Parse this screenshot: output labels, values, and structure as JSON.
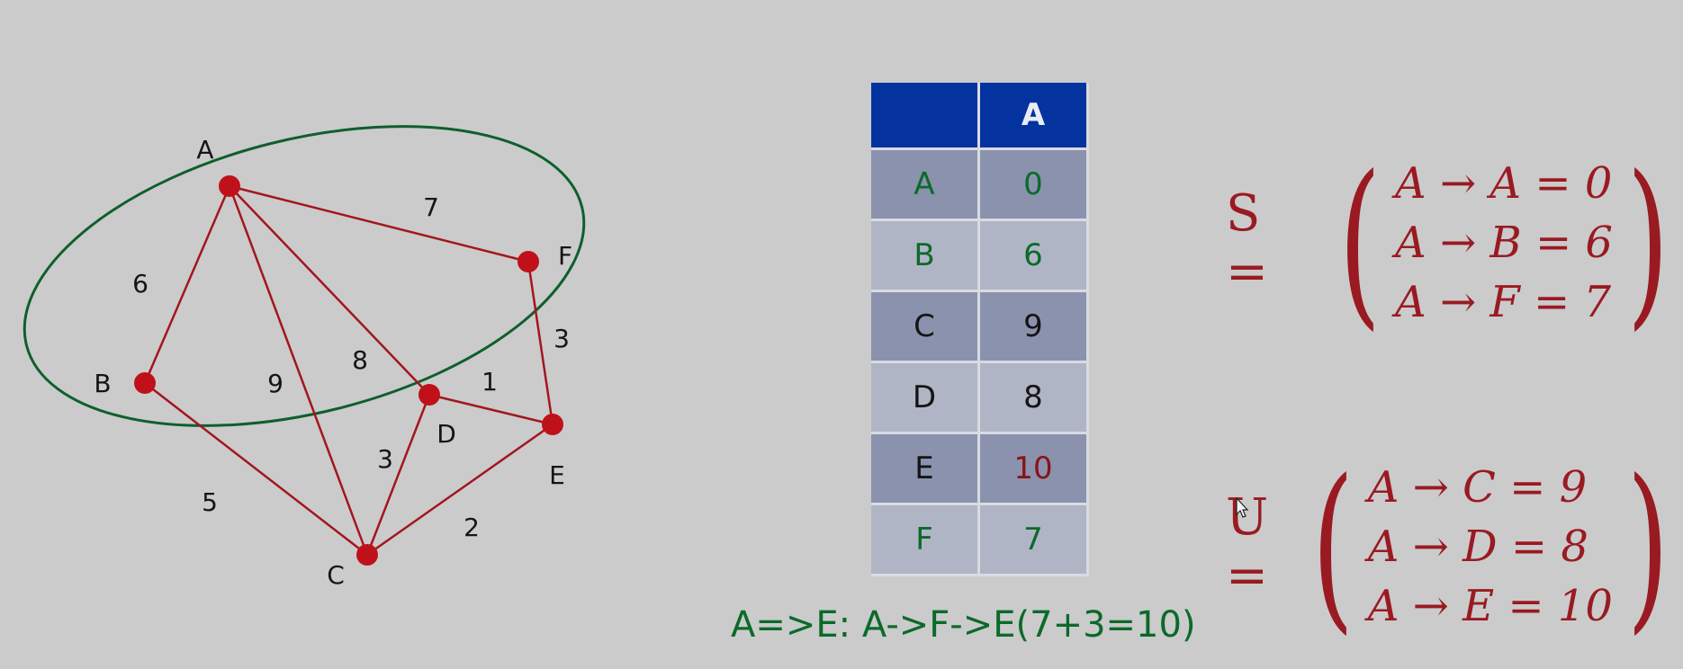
{
  "graph": {
    "vertices": [
      {
        "id": "A",
        "label": "A"
      },
      {
        "id": "B",
        "label": "B"
      },
      {
        "id": "C",
        "label": "C"
      },
      {
        "id": "D",
        "label": "D"
      },
      {
        "id": "E",
        "label": "E"
      },
      {
        "id": "F",
        "label": "F"
      }
    ],
    "edges": [
      {
        "from": "A",
        "to": "B",
        "weight": "6"
      },
      {
        "from": "A",
        "to": "F",
        "weight": "7"
      },
      {
        "from": "A",
        "to": "C",
        "weight": "9"
      },
      {
        "from": "A",
        "to": "D",
        "weight": "8"
      },
      {
        "from": "B",
        "to": "C",
        "weight": "5"
      },
      {
        "from": "D",
        "to": "C",
        "weight": "3"
      },
      {
        "from": "D",
        "to": "E",
        "weight": "1"
      },
      {
        "from": "F",
        "to": "E",
        "weight": "3"
      },
      {
        "from": "C",
        "to": "E",
        "weight": "2"
      }
    ],
    "colors": {
      "edge": "#a3161e",
      "vertex": "#c0111a",
      "ellipse": "#0e5f2c"
    }
  },
  "table": {
    "header": [
      "",
      "A"
    ],
    "rows": [
      {
        "vertex": "A",
        "dist": "0",
        "color": "green"
      },
      {
        "vertex": "B",
        "dist": "6",
        "color": "green"
      },
      {
        "vertex": "C",
        "dist": "9",
        "color": "black"
      },
      {
        "vertex": "D",
        "dist": "8",
        "color": "black"
      },
      {
        "vertex": "E",
        "dist": "10",
        "color": "black-red"
      },
      {
        "vertex": "F",
        "dist": "7",
        "color": "green"
      }
    ]
  },
  "path_note": "A=>E: A->F->E(7+3=10)",
  "set_s": {
    "name": "S =",
    "rows": [
      "A → A = 0",
      "A → B = 6",
      "A → F = 7"
    ]
  },
  "set_u": {
    "name": "U =",
    "rows": [
      "A → C = 9",
      "A → D = 8",
      "A → E = 10"
    ]
  },
  "colors": {
    "header": "#0433a0",
    "green": "#0b6a2a",
    "red": "#8b1218",
    "background": "#cbcbcb"
  }
}
